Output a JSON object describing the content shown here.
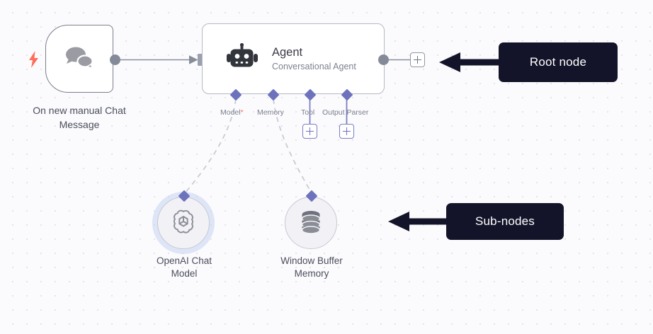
{
  "canvas": {
    "app": "n8n-workflow-canvas",
    "background_color": "#fbfbfd",
    "grid": "dot-grid"
  },
  "nodes": {
    "trigger": {
      "label": "On new manual Chat\nMessage",
      "icon": "chat-bubbles-icon",
      "badge_icon": "lightning-bolt-icon",
      "badge_color": "#ff6d5a"
    },
    "agent": {
      "title": "Agent",
      "subtitle": "Conversational Agent",
      "icon": "robot-icon"
    },
    "sub_nodes": [
      {
        "label": "OpenAI Chat\nModel",
        "icon": "openai-logo-icon",
        "highlighted": true
      },
      {
        "label": "Window Buffer\nMemory",
        "icon": "database-icon",
        "highlighted": false
      }
    ]
  },
  "ports": [
    {
      "name": "model",
      "label": "Model",
      "required": true,
      "required_marker": "*"
    },
    {
      "name": "memory",
      "label": "Memory",
      "required": false,
      "required_marker": ""
    },
    {
      "name": "tool",
      "label": "Tool",
      "required": false,
      "required_marker": ""
    },
    {
      "name": "output_parser",
      "label": "Output Parser",
      "required": false,
      "required_marker": ""
    }
  ],
  "buttons": {
    "add_main_label": "+",
    "add_tool_label": "+",
    "add_output_parser_label": "+"
  },
  "callouts": [
    {
      "name": "root-node",
      "text": "Root node"
    },
    {
      "name": "sub-nodes",
      "text": "Sub-nodes"
    }
  ],
  "colors": {
    "accent_purple": "#6d72bd",
    "accent_orange": "#ff6d5a",
    "callout_bg": "#131429",
    "port_gray": "#848a97",
    "edge_gray": "#9aa0ae",
    "dashed_edge": "#c9ccd5"
  }
}
